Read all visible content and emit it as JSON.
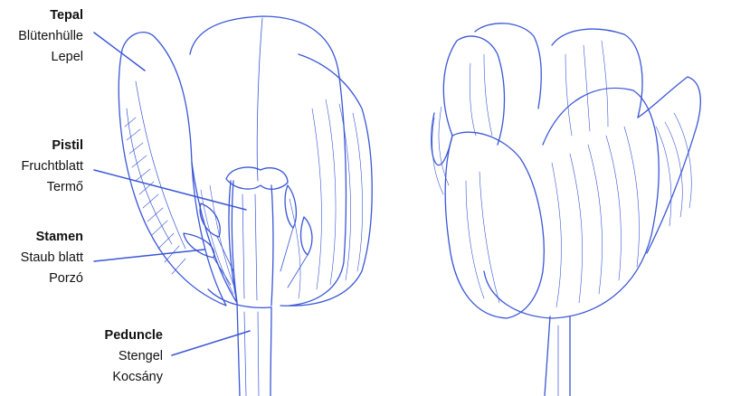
{
  "colors": {
    "ink": "#3a56d6",
    "leader": "#3a56d6",
    "text": "#111111",
    "background": "#ffffff"
  },
  "labels": {
    "tepal": {
      "name": "Tepal",
      "german": "Blütenhülle",
      "hungarian": "Lepel"
    },
    "pistil": {
      "name": "Pistil",
      "german": "Fruchtblatt",
      "hungarian": "Termő"
    },
    "stamen": {
      "name": "Stamen",
      "german": "Staub blatt",
      "hungarian": "Porzó"
    },
    "peduncle": {
      "name": "Peduncle",
      "german": "Stengel",
      "hungarian": "Kocsány"
    }
  }
}
